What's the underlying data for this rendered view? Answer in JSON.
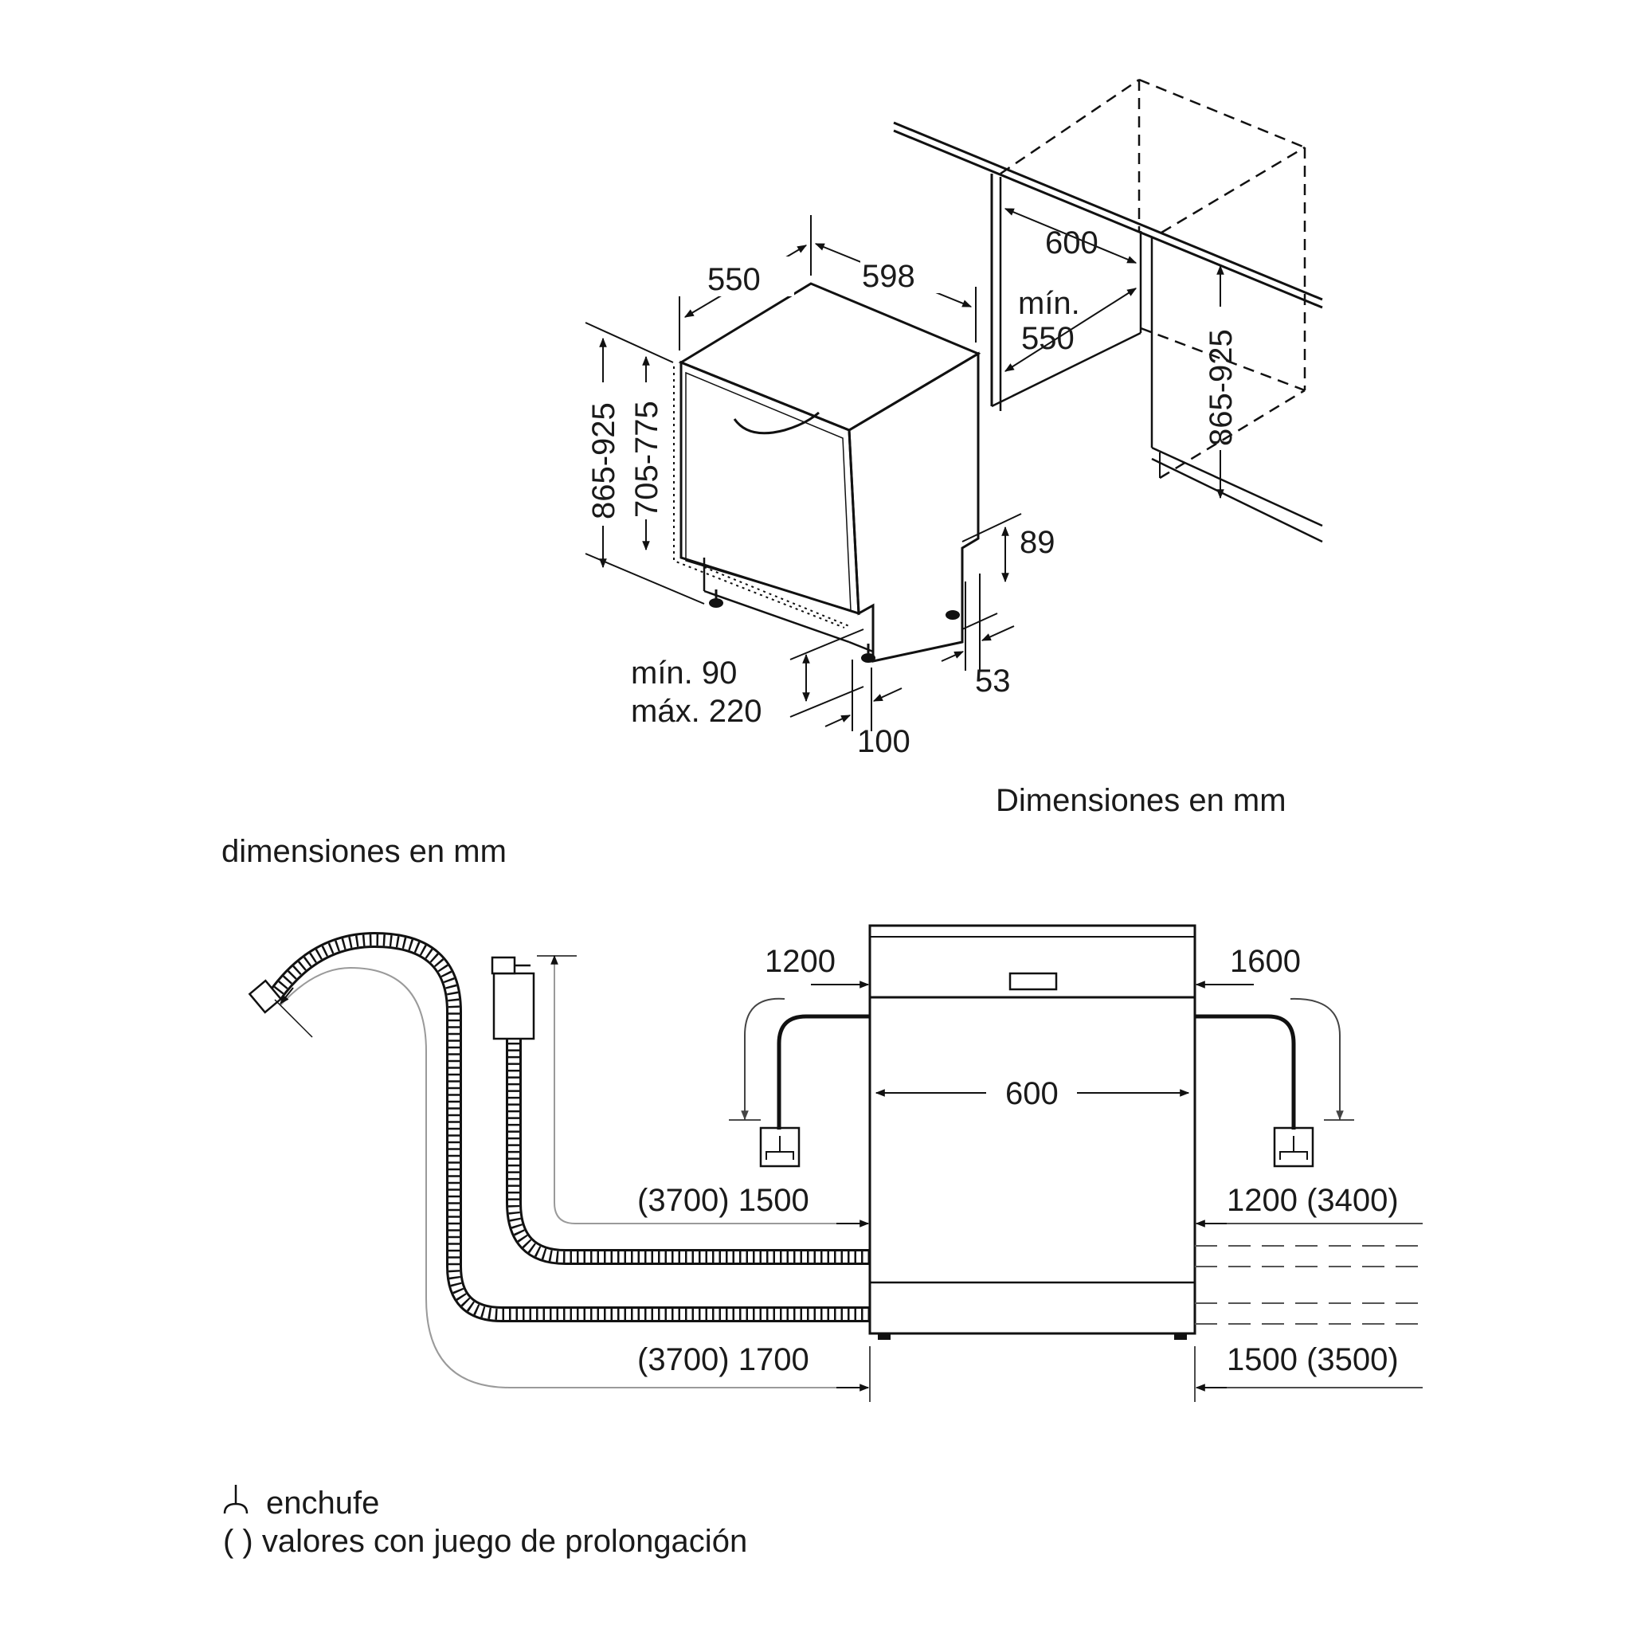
{
  "install_diagram": {
    "dims": {
      "depth": "550",
      "width": "598",
      "niche_width": "600",
      "niche_depth_label": "mín.",
      "niche_depth": "550",
      "niche_height": "865-925",
      "height_range": "865-925",
      "door_range": "705-775",
      "toe_kick_height": "89",
      "toe_kick_depth": "53",
      "plinth_min": "mín. 90",
      "plinth_max": "máx. 220",
      "plinth_depth": "100"
    },
    "caption": "Dimensiones en mm"
  },
  "connection_diagram": {
    "caption": "dimensiones en mm",
    "dims": {
      "left_top": "1200",
      "right_top": "1600",
      "width": "600",
      "left_mid": "(3700) 1500",
      "right_mid": "1200 (3400)",
      "left_bottom": "(3700) 1700",
      "right_bottom": "1500 (3500)"
    }
  },
  "legend": {
    "plug": "enchufe",
    "extension": "( ) valores con juego de prolongación"
  },
  "icons": [
    "plug-icon",
    "hose-icon",
    "water-valve-icon",
    "dishwasher-icon"
  ]
}
